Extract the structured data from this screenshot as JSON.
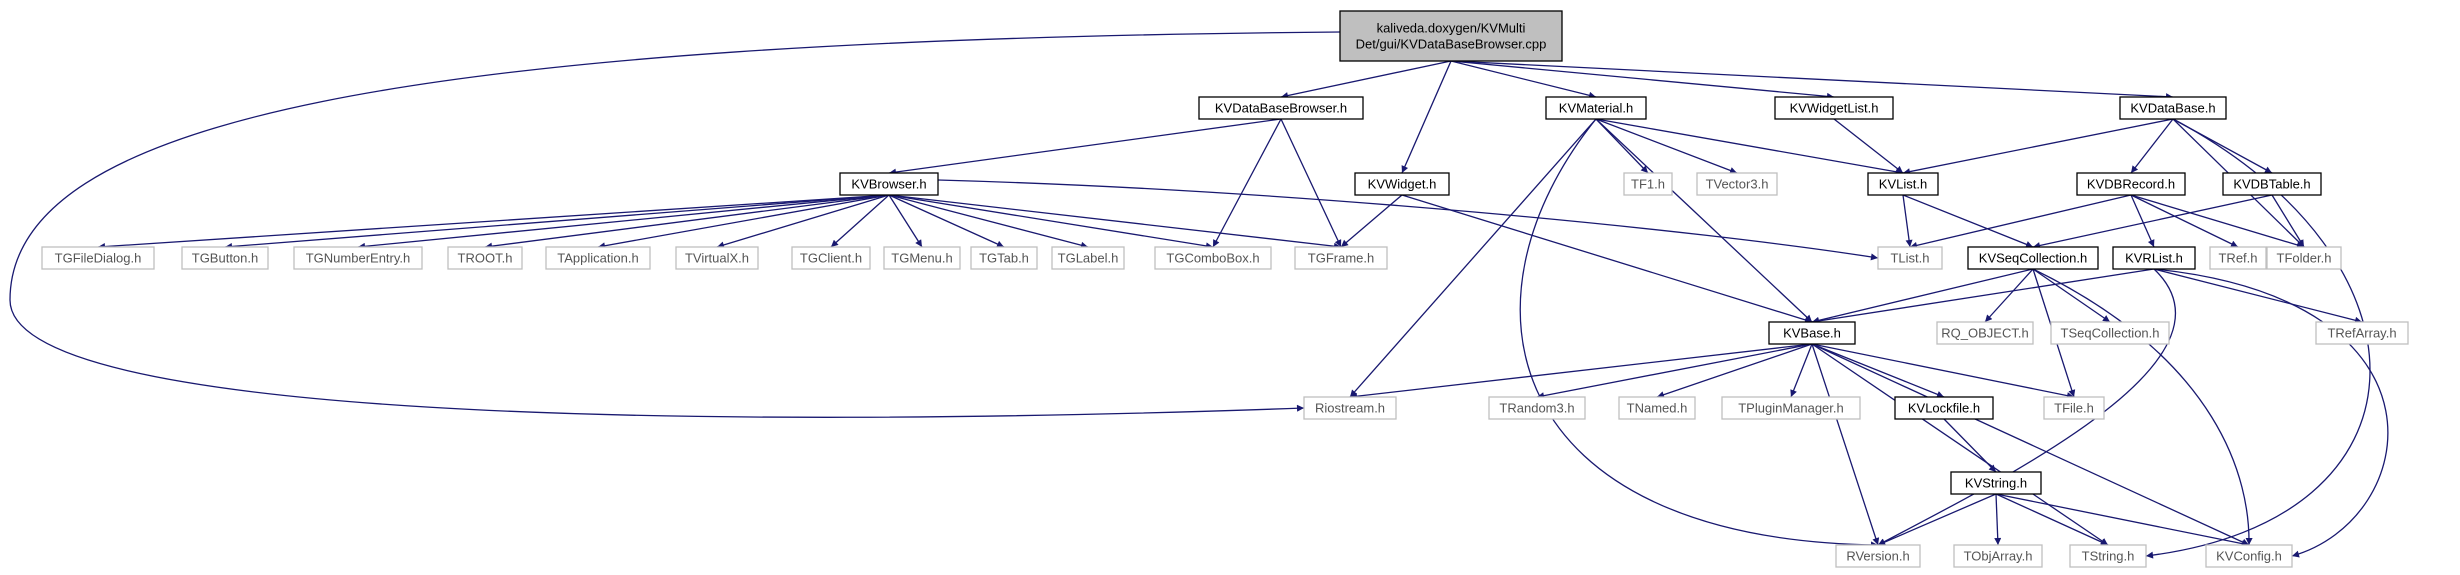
{
  "diagram": {
    "type": "include-dependency-graph",
    "colors": {
      "edge": "#191970",
      "root_fill": "#bfbfbf",
      "documented_border": "#000000",
      "undocumented_border": "#bfbfbf",
      "undocumented_text": "#555555",
      "text": "#000000"
    },
    "nodes": [
      {
        "id": "root",
        "lines": [
          "kaliveda.doxygen/KVMulti",
          "Det/gui/KVDataBaseBrowser.cpp"
        ],
        "style": "root"
      },
      {
        "id": "kvdatabasebrowser_h",
        "lines": [
          "KVDataBaseBrowser.h"
        ],
        "style": "doc"
      },
      {
        "id": "kvmaterial_h",
        "lines": [
          "KVMaterial.h"
        ],
        "style": "doc"
      },
      {
        "id": "kvwidgetlist_h",
        "lines": [
          "KVWidgetList.h"
        ],
        "style": "doc"
      },
      {
        "id": "kvdatabase_h",
        "lines": [
          "KVDataBase.h"
        ],
        "style": "doc"
      },
      {
        "id": "kvbrowser_h",
        "lines": [
          "KVBrowser.h"
        ],
        "style": "doc"
      },
      {
        "id": "kvwidget_h",
        "lines": [
          "KVWidget.h"
        ],
        "style": "doc"
      },
      {
        "id": "tf1_h",
        "lines": [
          "TF1.h"
        ],
        "style": "ext"
      },
      {
        "id": "tvector3_h",
        "lines": [
          "TVector3.h"
        ],
        "style": "ext"
      },
      {
        "id": "kvlist_h",
        "lines": [
          "KVList.h"
        ],
        "style": "doc"
      },
      {
        "id": "kvdbrecord_h",
        "lines": [
          "KVDBRecord.h"
        ],
        "style": "doc"
      },
      {
        "id": "kvdbtable_h",
        "lines": [
          "KVDBTable.h"
        ],
        "style": "doc"
      },
      {
        "id": "tgfiledialog_h",
        "lines": [
          "TGFileDialog.h"
        ],
        "style": "ext"
      },
      {
        "id": "tgbutton_h",
        "lines": [
          "TGButton.h"
        ],
        "style": "ext"
      },
      {
        "id": "tgnumberentry_h",
        "lines": [
          "TGNumberEntry.h"
        ],
        "style": "ext"
      },
      {
        "id": "troot_h",
        "lines": [
          "TROOT.h"
        ],
        "style": "ext"
      },
      {
        "id": "tapplication_h",
        "lines": [
          "TApplication.h"
        ],
        "style": "ext"
      },
      {
        "id": "tvirtualx_h",
        "lines": [
          "TVirtualX.h"
        ],
        "style": "ext"
      },
      {
        "id": "tgclient_h",
        "lines": [
          "TGClient.h"
        ],
        "style": "ext"
      },
      {
        "id": "tgmenu_h",
        "lines": [
          "TGMenu.h"
        ],
        "style": "ext"
      },
      {
        "id": "tgtab_h",
        "lines": [
          "TGTab.h"
        ],
        "style": "ext"
      },
      {
        "id": "tglabel_h",
        "lines": [
          "TGLabel.h"
        ],
        "style": "ext"
      },
      {
        "id": "tgcombobox_h",
        "lines": [
          "TGComboBox.h"
        ],
        "style": "ext"
      },
      {
        "id": "tgframe_h",
        "lines": [
          "TGFrame.h"
        ],
        "style": "ext"
      },
      {
        "id": "tlist_h",
        "lines": [
          "TList.h"
        ],
        "style": "ext"
      },
      {
        "id": "kvseqcollection_h",
        "lines": [
          "KVSeqCollection.h"
        ],
        "style": "doc"
      },
      {
        "id": "tref_h",
        "lines": [
          "TRef.h"
        ],
        "style": "ext"
      },
      {
        "id": "tfolder_h",
        "lines": [
          "TFolder.h"
        ],
        "style": "ext"
      },
      {
        "id": "kvrlist_h",
        "lines": [
          "KVRList.h"
        ],
        "style": "doc"
      },
      {
        "id": "rq_object_h",
        "lines": [
          "RQ_OBJECT.h"
        ],
        "style": "ext"
      },
      {
        "id": "tseqcollection_h",
        "lines": [
          "TSeqCollection.h"
        ],
        "style": "ext"
      },
      {
        "id": "trefarray_h",
        "lines": [
          "TRefArray.h"
        ],
        "style": "ext"
      },
      {
        "id": "kvbase_h",
        "lines": [
          "KVBase.h"
        ],
        "style": "doc"
      },
      {
        "id": "riostream_h",
        "lines": [
          "Riostream.h"
        ],
        "style": "ext"
      },
      {
        "id": "trandom3_h",
        "lines": [
          "TRandom3.h"
        ],
        "style": "ext"
      },
      {
        "id": "tnamed_h",
        "lines": [
          "TNamed.h"
        ],
        "style": "ext"
      },
      {
        "id": "tpluginmanager_h",
        "lines": [
          "TPluginManager.h"
        ],
        "style": "ext"
      },
      {
        "id": "kvlockfile_h",
        "lines": [
          "KVLockfile.h"
        ],
        "style": "doc"
      },
      {
        "id": "tfile_h",
        "lines": [
          "TFile.h"
        ],
        "style": "ext"
      },
      {
        "id": "kvstring_h",
        "lines": [
          "KVString.h"
        ],
        "style": "doc"
      },
      {
        "id": "rversion_h",
        "lines": [
          "RVersion.h"
        ],
        "style": "ext"
      },
      {
        "id": "tobjarray_h",
        "lines": [
          "TObjArray.h"
        ],
        "style": "ext"
      },
      {
        "id": "tstring_h",
        "lines": [
          "TString.h"
        ],
        "style": "ext"
      },
      {
        "id": "kvconfig_h",
        "lines": [
          "KVConfig.h"
        ],
        "style": "ext"
      }
    ],
    "edges": [
      [
        "root",
        "kvdatabasebrowser_h"
      ],
      [
        "root",
        "kvwidget_h"
      ],
      [
        "root",
        "kvmaterial_h"
      ],
      [
        "root",
        "kvwidgetlist_h"
      ],
      [
        "root",
        "kvdatabase_h"
      ],
      [
        "root",
        "riostream_h"
      ],
      [
        "kvdatabasebrowser_h",
        "kvbrowser_h"
      ],
      [
        "kvdatabasebrowser_h",
        "tgcombobox_h"
      ],
      [
        "kvdatabasebrowser_h",
        "tgframe_h"
      ],
      [
        "kvbrowser_h",
        "tgfiledialog_h"
      ],
      [
        "kvbrowser_h",
        "tgbutton_h"
      ],
      [
        "kvbrowser_h",
        "tgnumberentry_h"
      ],
      [
        "kvbrowser_h",
        "troot_h"
      ],
      [
        "kvbrowser_h",
        "tapplication_h"
      ],
      [
        "kvbrowser_h",
        "tvirtualx_h"
      ],
      [
        "kvbrowser_h",
        "tgclient_h"
      ],
      [
        "kvbrowser_h",
        "tgmenu_h"
      ],
      [
        "kvbrowser_h",
        "tgtab_h"
      ],
      [
        "kvbrowser_h",
        "tglabel_h"
      ],
      [
        "kvbrowser_h",
        "tgcombobox_h"
      ],
      [
        "kvbrowser_h",
        "tgframe_h"
      ],
      [
        "kvbrowser_h",
        "tlist_h"
      ],
      [
        "kvwidget_h",
        "tgframe_h"
      ],
      [
        "kvwidget_h",
        "kvbase_h"
      ],
      [
        "kvmaterial_h",
        "tf1_h"
      ],
      [
        "kvmaterial_h",
        "tvector3_h"
      ],
      [
        "kvmaterial_h",
        "kvlist_h"
      ],
      [
        "kvmaterial_h",
        "kvbase_h"
      ],
      [
        "kvmaterial_h",
        "riostream_h"
      ],
      [
        "kvmaterial_h",
        "rversion_h"
      ],
      [
        "kvwidgetlist_h",
        "kvlist_h"
      ],
      [
        "kvdatabase_h",
        "kvlist_h"
      ],
      [
        "kvdatabase_h",
        "kvdbrecord_h"
      ],
      [
        "kvdatabase_h",
        "kvdbtable_h"
      ],
      [
        "kvdatabase_h",
        "tfolder_h"
      ],
      [
        "kvdatabase_h",
        "tstring_h"
      ],
      [
        "kvlist_h",
        "tlist_h"
      ],
      [
        "kvlist_h",
        "kvseqcollection_h"
      ],
      [
        "kvdbrecord_h",
        "tlist_h"
      ],
      [
        "kvdbrecord_h",
        "tref_h"
      ],
      [
        "kvdbrecord_h",
        "tfolder_h"
      ],
      [
        "kvdbrecord_h",
        "kvrlist_h"
      ],
      [
        "kvdbtable_h",
        "kvseqcollection_h"
      ],
      [
        "kvdbtable_h",
        "tfolder_h"
      ],
      [
        "kvseqcollection_h",
        "rq_object_h"
      ],
      [
        "kvseqcollection_h",
        "tseqcollection_h"
      ],
      [
        "kvseqcollection_h",
        "kvbase_h"
      ],
      [
        "kvseqcollection_h",
        "tfile_h"
      ],
      [
        "kvseqcollection_h",
        "kvconfig_h"
      ],
      [
        "kvrlist_h",
        "kvbase_h"
      ],
      [
        "kvrlist_h",
        "trefarray_h"
      ],
      [
        "kvrlist_h",
        "kvconfig_h"
      ],
      [
        "kvrlist_h",
        "rversion_h"
      ],
      [
        "kvbase_h",
        "riostream_h"
      ],
      [
        "kvbase_h",
        "trandom3_h"
      ],
      [
        "kvbase_h",
        "tnamed_h"
      ],
      [
        "kvbase_h",
        "tpluginmanager_h"
      ],
      [
        "kvbase_h",
        "kvlockfile_h"
      ],
      [
        "kvbase_h",
        "tfile_h"
      ],
      [
        "kvbase_h",
        "rversion_h"
      ],
      [
        "kvbase_h",
        "tstring_h"
      ],
      [
        "kvbase_h",
        "kvconfig_h"
      ],
      [
        "kvlockfile_h",
        "kvstring_h"
      ],
      [
        "kvstring_h",
        "rversion_h"
      ],
      [
        "kvstring_h",
        "tobjarray_h"
      ],
      [
        "kvstring_h",
        "tstring_h"
      ],
      [
        "kvstring_h",
        "kvconfig_h"
      ]
    ]
  }
}
